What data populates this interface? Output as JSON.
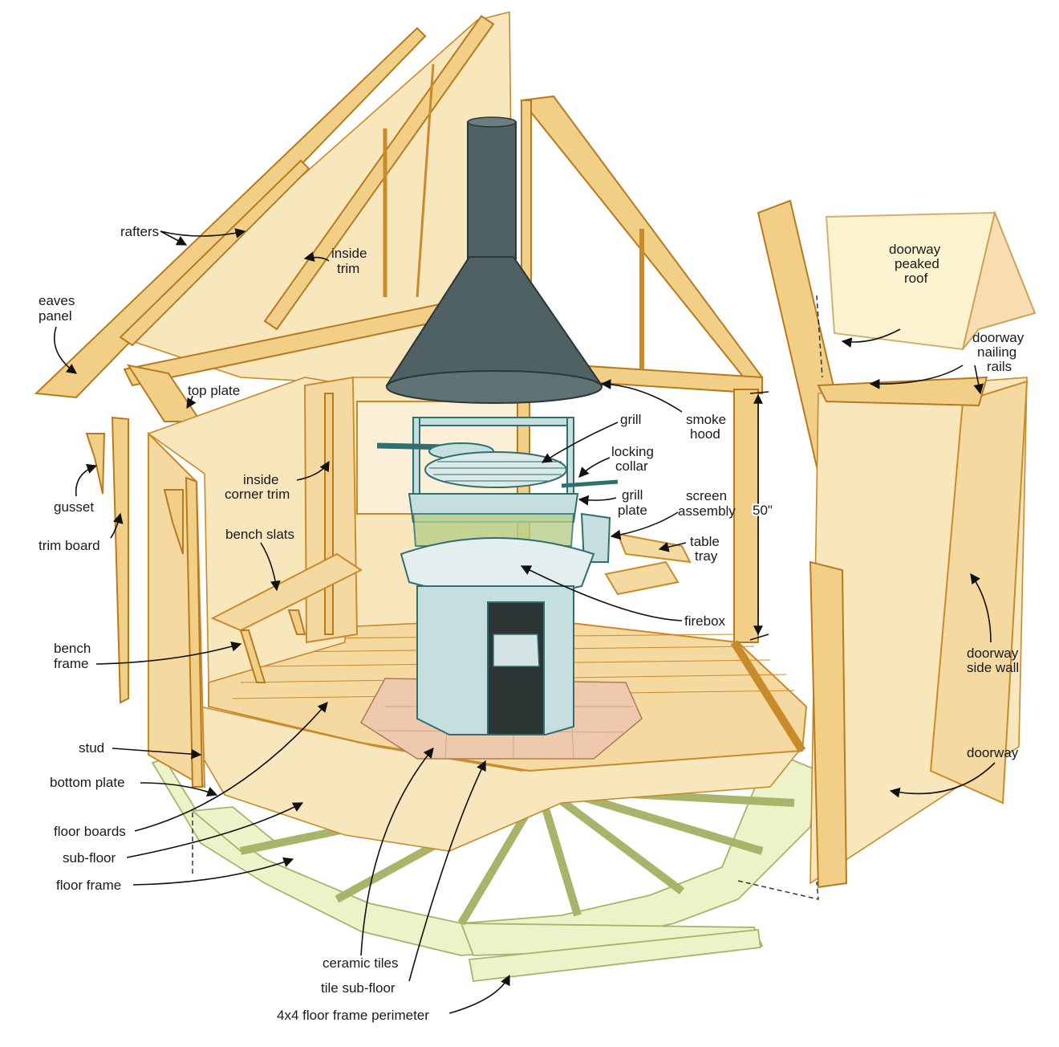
{
  "labels": {
    "rafters": "rafters",
    "inside_trim_1": "inside",
    "inside_trim_2": "trim",
    "eaves_panel_1": "eaves",
    "eaves_panel_2": "panel",
    "top_plate": "top plate",
    "gusset": "gusset",
    "trim_board": "trim board",
    "inside_corner_trim_1": "inside",
    "inside_corner_trim_2": "corner trim",
    "bench_slats": "bench slats",
    "bench_frame_1": "bench",
    "bench_frame_2": "frame",
    "stud": "stud",
    "bottom_plate": "bottom plate",
    "floor_boards": "floor boards",
    "sub_floor": "sub-floor",
    "floor_frame": "floor frame",
    "ceramic_tiles": "ceramic tiles",
    "tile_sub_floor": "tile sub-floor",
    "floor_frame_perimeter": "4x4 floor frame perimeter",
    "grill": "grill",
    "locking_collar_1": "locking",
    "locking_collar_2": "collar",
    "grill_plate_1": "grill",
    "grill_plate_2": "plate",
    "smoke_hood_1": "smoke",
    "smoke_hood_2": "hood",
    "screen_assembly_1": "screen",
    "screen_assembly_2": "assembly",
    "table_tray_1": "table",
    "table_tray_2": "tray",
    "firebox": "firebox",
    "height_dimension": "50\"",
    "doorway_peaked_roof_1": "doorway",
    "doorway_peaked_roof_2": "peaked",
    "doorway_peaked_roof_3": "roof",
    "doorway_nailing_rails_1": "doorway",
    "doorway_nailing_rails_2": "nailing",
    "doorway_nailing_rails_3": "rails",
    "doorway_side_wall_1": "doorway",
    "doorway_side_wall_2": "side wall",
    "doorway": "doorway"
  },
  "colors": {
    "wood": "#f4d9a0",
    "wood_edge": "#c98a2a",
    "frame": "#edf2c8",
    "hood": "#4f6163",
    "metal": "#c5dede",
    "tile": "#efc9ad"
  }
}
